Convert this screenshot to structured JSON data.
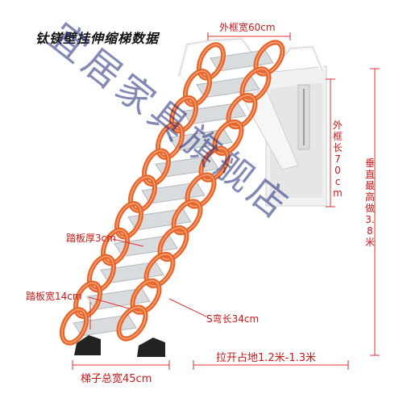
{
  "title": "钛镁壁挂伸缩梯数据",
  "labels": {
    "outer_width": "外框宽60cm",
    "outer_length": "外框长70cm",
    "max_height": "垂直最高做3.8米",
    "tread_thickness": "踏板厚3cm",
    "tread_width": "踏板宽14cm",
    "s_bend_length": "S弯长34cm",
    "total_width": "梯子总宽45cm",
    "extension_floor": "拉开占地1.2米-1.3米"
  },
  "watermark": "宜居家具旗舰店",
  "colors": {
    "ladder_orange": "#e8652a",
    "label_red": "#c81818",
    "tread_silver": "#d9dcdf",
    "frame_white": "#f4f4f4"
  }
}
